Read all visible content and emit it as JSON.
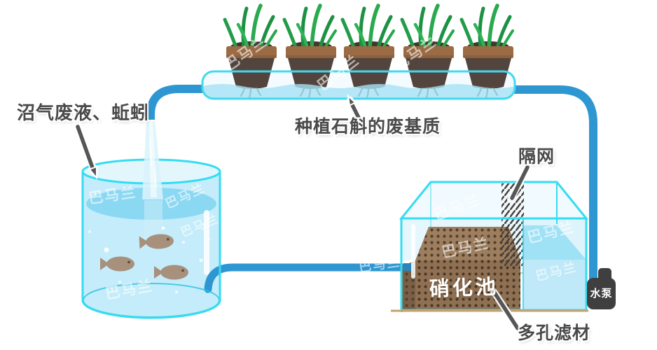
{
  "labels": {
    "inflow": "沼气废液、蚯蚓",
    "substrate": "种植石斛的废基质",
    "mesh": "隔网",
    "nitrification_tank": "硝化池",
    "filter_media": "多孔滤材",
    "pump": "水泵"
  },
  "watermark": "巴马兰",
  "counts": {
    "plant_pots": 5,
    "fish": 3
  },
  "colors": {
    "pipe_blue": "#2E97D2",
    "glass_cyan": "#35DCF2",
    "water_light": "#C5ECFA",
    "water_surface": "#8BD8F3",
    "channel_water": "#A5E2F6",
    "pot_body": "#53453D",
    "pot_rim": "#9A6B44",
    "grass_green": "#2AA94E",
    "filter_front": "#8F7053",
    "filter_top": "#9D7E5F",
    "filter_dots": "#4A3826",
    "mesh_gray": "#47403A",
    "pump_body": "#3F3F3F",
    "label_gray": "#4A4A4A",
    "base_tan": "#C9A06B"
  }
}
